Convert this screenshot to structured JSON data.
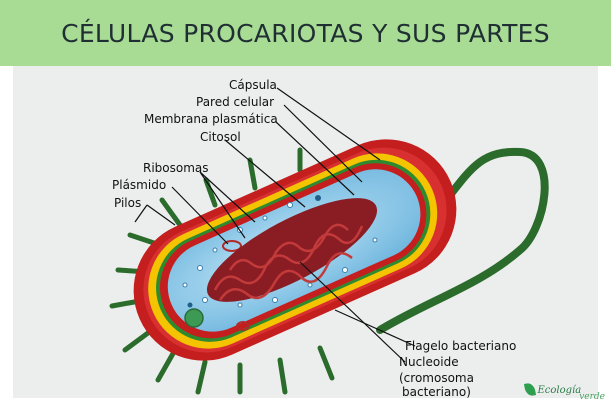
{
  "title": "CÉLULAS PROCARIOTAS Y SUS PARTES",
  "labels": {
    "capsula": "Cápsula",
    "pared": "Pared celular",
    "membrana": "Membrana plasmática",
    "citosol": "Citosol",
    "ribosomas": "Ribosomas",
    "plasmido": "Plásmido",
    "pilos": "Pilos",
    "flagelo": "Flagelo bacteriano",
    "nucleoide": "Nucleoide",
    "cromosoma_1": "(cromosoma",
    "cromosoma_2": "bacteriano)"
  },
  "logo": {
    "word1": "Ecología",
    "word2": "verde"
  },
  "colors": {
    "header": "#a8dc94",
    "background": "#eceeee",
    "capsule": "#c41e1e",
    "wall": "#f5c400",
    "membrane": "#2f8a2f",
    "cytosol": "#8ec9ea",
    "dna": "#8a1c24",
    "pili": "#2b6b2b"
  }
}
